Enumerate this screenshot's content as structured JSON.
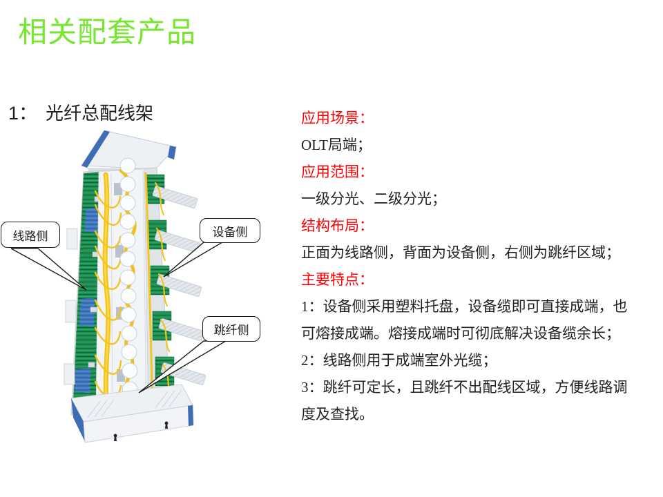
{
  "slide": {
    "title": "相关配套产品",
    "subtitle_number": "1：",
    "subtitle_text": "光纤总配线架"
  },
  "callouts": [
    {
      "label": "线路侧"
    },
    {
      "label": "设备侧"
    },
    {
      "label": "跳纤侧"
    }
  ],
  "info_panel": {
    "lines": [
      {
        "text": "应用场景：",
        "emphasis": true
      },
      {
        "text": "OLT局端；",
        "emphasis": false
      },
      {
        "text": "应用范围：",
        "emphasis": true
      },
      {
        "text": "一级分光、二级分光；",
        "emphasis": false
      },
      {
        "text": "结构布局：",
        "emphasis": true
      },
      {
        "text": "正面为线路侧，背面为设备侧，右侧为跳纤区域；",
        "emphasis": false
      },
      {
        "text": "主要特点：",
        "emphasis": true
      },
      {
        "text": "1：设备侧采用塑料托盘，设备缆即可直接成端，也",
        "emphasis": false
      },
      {
        "text": "可熔接成端。熔接成端时可彻底解决设备缆余长；",
        "emphasis": false
      },
      {
        "text": "2：线路侧用于成端室外光缆；",
        "emphasis": false
      },
      {
        "text": "3：跳纤可定长，且跳纤不出配线区域，方便线路调",
        "emphasis": false
      },
      {
        "text": "度及查找。",
        "emphasis": false
      }
    ]
  },
  "colors": {
    "title_green": "#76E62E",
    "heading_red": "#FF0000",
    "body_black": "#1F1F1F",
    "rack_trim_blue": "#3E6DB5",
    "fiber_yellow": "#F2C51D",
    "adapter_green": "#1E8F52"
  }
}
